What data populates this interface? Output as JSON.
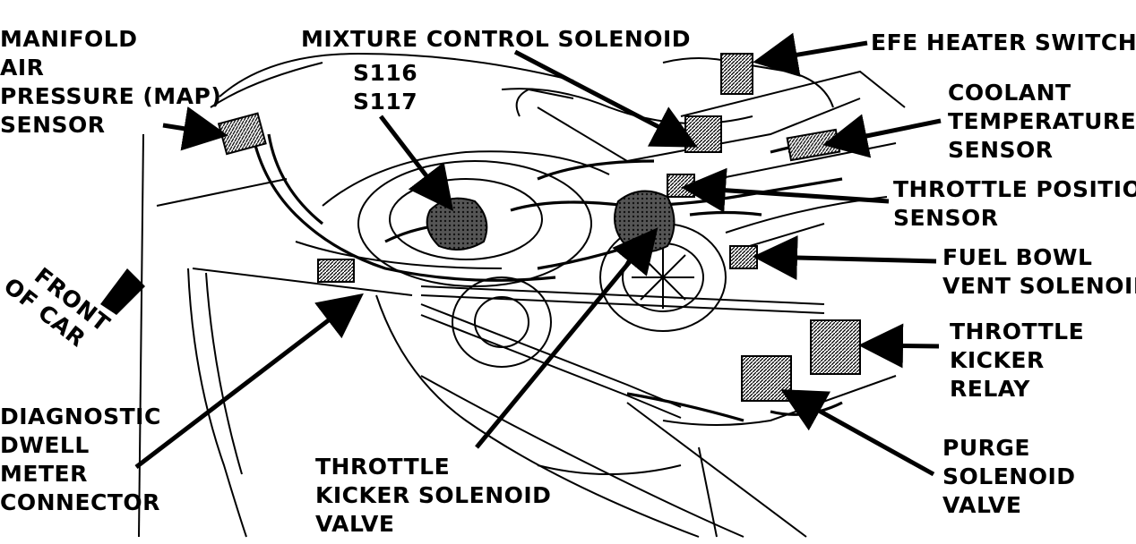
{
  "labels": {
    "map_sensor": [
      "MANIFOLD",
      "AIR",
      "PRESSURE (MAP)",
      "SENSOR"
    ],
    "mixture_control": [
      "MIXTURE CONTROL SOLENOID"
    ],
    "s_codes": [
      "S116",
      "S117"
    ],
    "efe_heater": [
      "EFE HEATER SWITCH"
    ],
    "coolant_temp": [
      "COOLANT",
      "TEMPERATURE",
      "SENSOR"
    ],
    "throttle_position": [
      "THROTTLE POSITION",
      "SENSOR"
    ],
    "fuel_bowl_vent": [
      "FUEL BOWL",
      "VENT SOLENOID"
    ],
    "front_of_car": [
      "FRONT",
      "OF CAR"
    ],
    "throttle_kicker_relay": [
      "THROTTLE",
      "KICKER",
      "RELAY"
    ],
    "diagnostic_dwell": [
      "DIAGNOSTIC",
      "DWELL",
      "METER",
      "CONNECTOR"
    ],
    "throttle_kicker_solenoid": [
      "THROTTLE",
      "KICKER SOLENOID",
      "VALVE"
    ],
    "purge_solenoid": [
      "PURGE",
      "SOLENOID",
      "VALVE"
    ]
  },
  "colors": {
    "ink": "#000000",
    "paper": "#ffffff",
    "shade": "#3a3a3a"
  }
}
